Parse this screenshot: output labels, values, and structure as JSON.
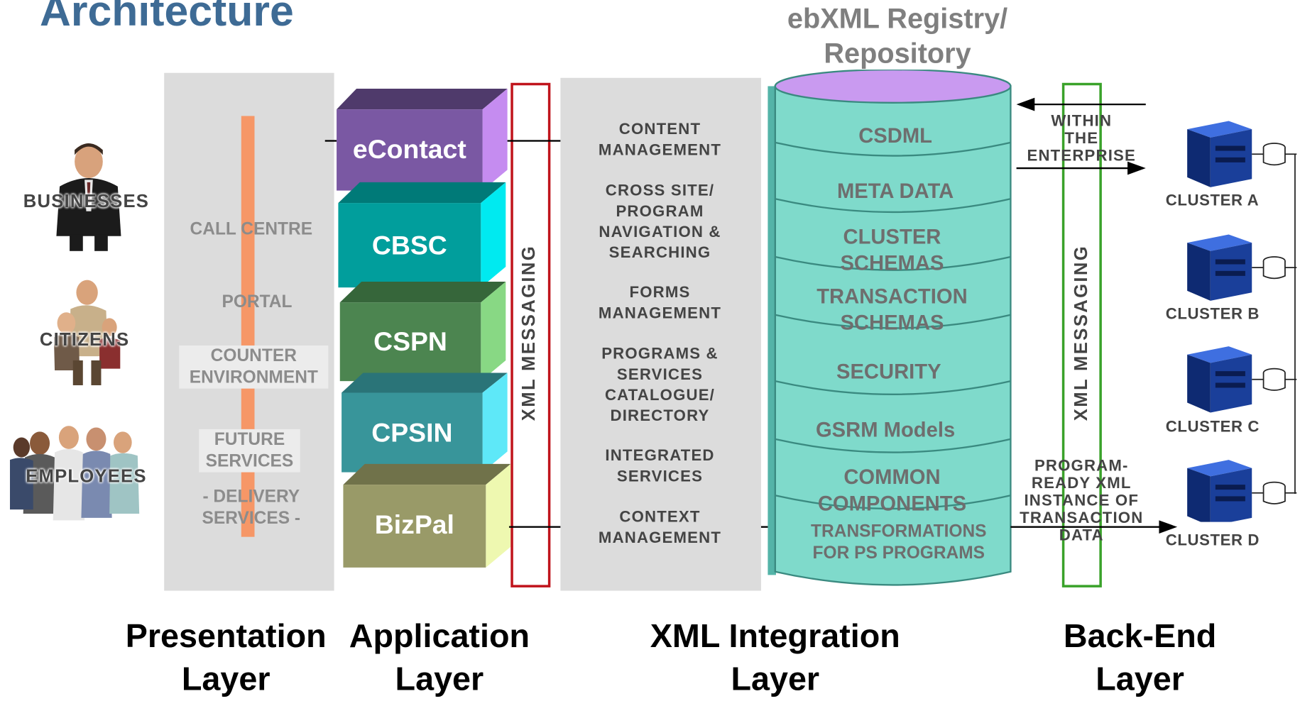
{
  "title": "Architecture",
  "registry_title": "ebXML Registry/ Repository",
  "presentation": {
    "people": [
      "BUSINESSES",
      "CITIZENS",
      "EMPLOYEES"
    ],
    "channels": {
      "call_centre": "CALL CENTRE",
      "portal": "PORTAL",
      "counter_1": "COUNTER",
      "counter_2": "ENVIRONMENT",
      "future_1": "FUTURE",
      "future_2": "SERVICES",
      "delivery_1": "- DELIVERY",
      "delivery_2": "SERVICES -"
    }
  },
  "application_blocks": [
    {
      "label": "eContact",
      "color": "#7a58a3"
    },
    {
      "label": "CBSC",
      "color": "#019e9c"
    },
    {
      "label": "CSPN",
      "color": "#4c8550"
    },
    {
      "label": "CPSIN",
      "color": "#38959a"
    },
    {
      "label": "BizPal",
      "color": "#999a68"
    }
  ],
  "messaging_label": "XML MESSAGING",
  "xml_services": [
    {
      "line1": "CONTENT",
      "line2": "MANAGEMENT"
    },
    {
      "line1": "CROSS SITE/",
      "line2": "PROGRAM",
      "line3": "NAVIGATION &",
      "line4": "SEARCHING"
    },
    {
      "line1": "FORMS",
      "line2": "MANAGEMENT"
    },
    {
      "line1": "PROGRAMS &",
      "line2": "SERVICES",
      "line3": "CATALOGUE/",
      "line4": "DIRECTORY"
    },
    {
      "line1": "INTEGRATED",
      "line2": "SERVICES"
    },
    {
      "line1": "CONTEXT",
      "line2": "MANAGEMENT"
    }
  ],
  "repository_sections": [
    {
      "line1": "CSDML"
    },
    {
      "line1": "META DATA"
    },
    {
      "line1": "CLUSTER",
      "line2": "SCHEMAS"
    },
    {
      "line1": "TRANSACTION",
      "line2": "SCHEMAS"
    },
    {
      "line1": "SECURITY"
    },
    {
      "line1": "GSRM Models"
    },
    {
      "line1": "COMMON",
      "line2": "COMPONENTS"
    },
    {
      "line1": "TRANSFORMATIONS",
      "line2": "FOR PS PROGRAMS"
    }
  ],
  "backend": {
    "within_1": "WITHIN",
    "within_2": "THE",
    "within_3": "ENTERPRISE",
    "program_1": "PROGRAM-",
    "program_2": "READY XML",
    "program_3": "INSTANCE OF",
    "program_4": "TRANSACTION",
    "program_5": "DATA",
    "clusters": [
      "CLUSTER A",
      "CLUSTER B",
      "CLUSTER C",
      "CLUSTER D"
    ]
  },
  "layers": [
    {
      "line1": "Presentation",
      "line2": "Layer"
    },
    {
      "line1": "Application",
      "line2": "Layer"
    },
    {
      "line1": "XML Integration",
      "line2": "Layer"
    },
    {
      "line1": "Back-End",
      "line2": "Layer"
    }
  ],
  "colors": {
    "title": "#3e6b95",
    "cylinder": "#7fdacb",
    "cylinder_top": "#c99af0",
    "messaging_red": "#c0141c",
    "messaging_green": "#3aa22a",
    "server_blue": "#1a3f9a"
  }
}
